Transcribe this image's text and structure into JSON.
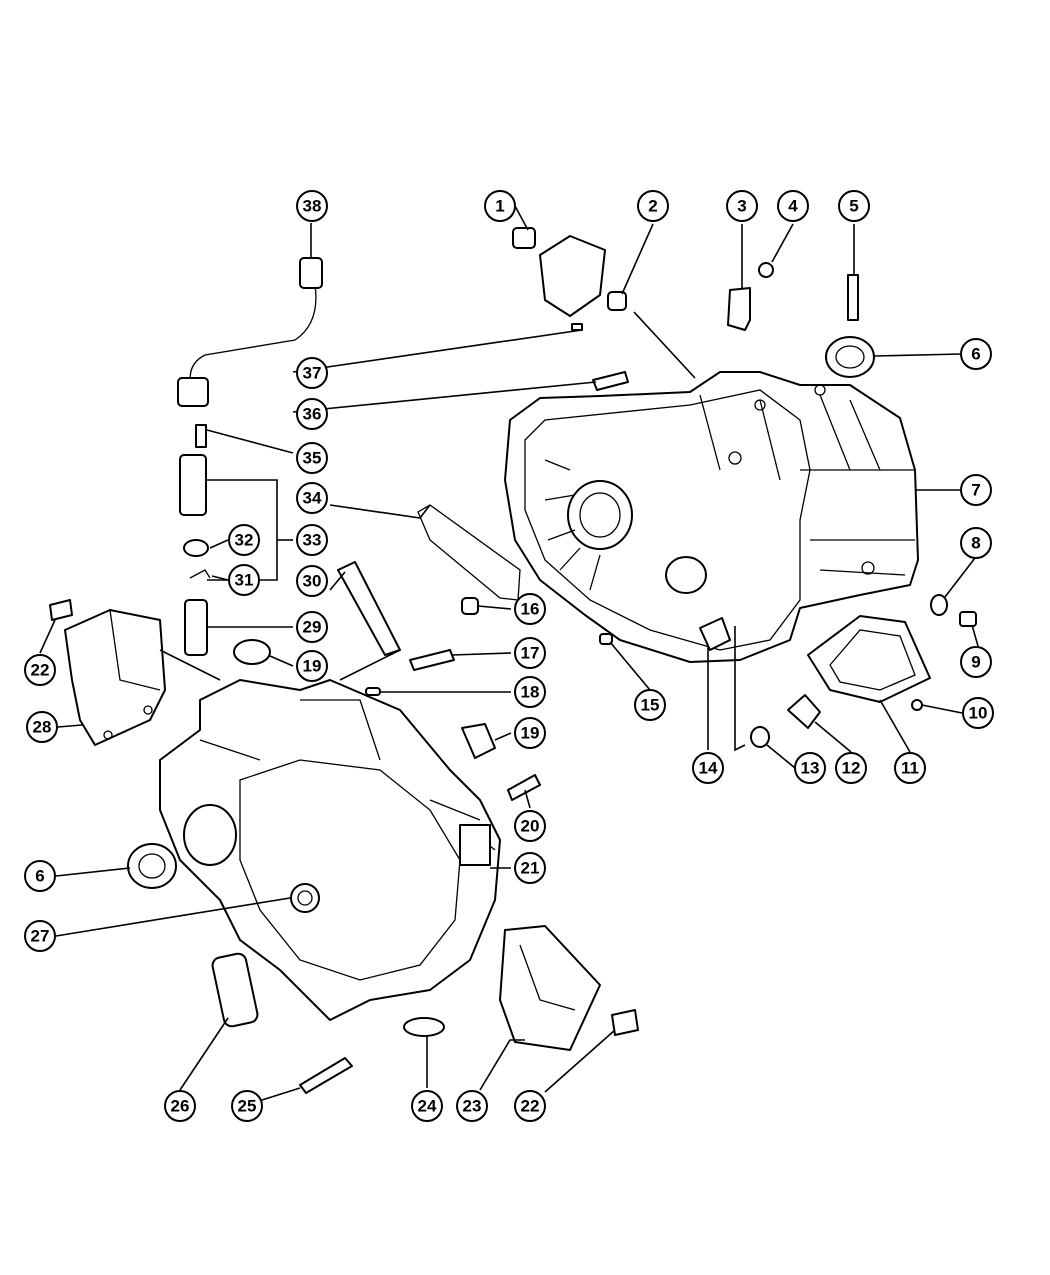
{
  "callouts": [
    {
      "id": "c1",
      "label": "1"
    },
    {
      "id": "c2",
      "label": "2"
    },
    {
      "id": "c3",
      "label": "3"
    },
    {
      "id": "c4",
      "label": "4"
    },
    {
      "id": "c5",
      "label": "5"
    },
    {
      "id": "c6a",
      "label": "6"
    },
    {
      "id": "c7",
      "label": "7"
    },
    {
      "id": "c8",
      "label": "8"
    },
    {
      "id": "c9",
      "label": "9"
    },
    {
      "id": "c10",
      "label": "10"
    },
    {
      "id": "c11",
      "label": "11"
    },
    {
      "id": "c12",
      "label": "12"
    },
    {
      "id": "c13",
      "label": "13"
    },
    {
      "id": "c14",
      "label": "14"
    },
    {
      "id": "c15",
      "label": "15"
    },
    {
      "id": "c16",
      "label": "16"
    },
    {
      "id": "c17",
      "label": "17"
    },
    {
      "id": "c18",
      "label": "18"
    },
    {
      "id": "c19a",
      "label": "19"
    },
    {
      "id": "c19b",
      "label": "19"
    },
    {
      "id": "c20",
      "label": "20"
    },
    {
      "id": "c21",
      "label": "21"
    },
    {
      "id": "c22a",
      "label": "22"
    },
    {
      "id": "c22b",
      "label": "22"
    },
    {
      "id": "c23",
      "label": "23"
    },
    {
      "id": "c24",
      "label": "24"
    },
    {
      "id": "c25",
      "label": "25"
    },
    {
      "id": "c26",
      "label": "26"
    },
    {
      "id": "c27",
      "label": "27"
    },
    {
      "id": "c28",
      "label": "28"
    },
    {
      "id": "c29",
      "label": "29"
    },
    {
      "id": "c30",
      "label": "30"
    },
    {
      "id": "c31",
      "label": "31"
    },
    {
      "id": "c32",
      "label": "32"
    },
    {
      "id": "c33",
      "label": "33"
    },
    {
      "id": "c34",
      "label": "34"
    },
    {
      "id": "c35",
      "label": "35"
    },
    {
      "id": "c36",
      "label": "36"
    },
    {
      "id": "c37",
      "label": "37"
    },
    {
      "id": "c38",
      "label": "38"
    },
    {
      "id": "c6b",
      "label": "6"
    }
  ]
}
